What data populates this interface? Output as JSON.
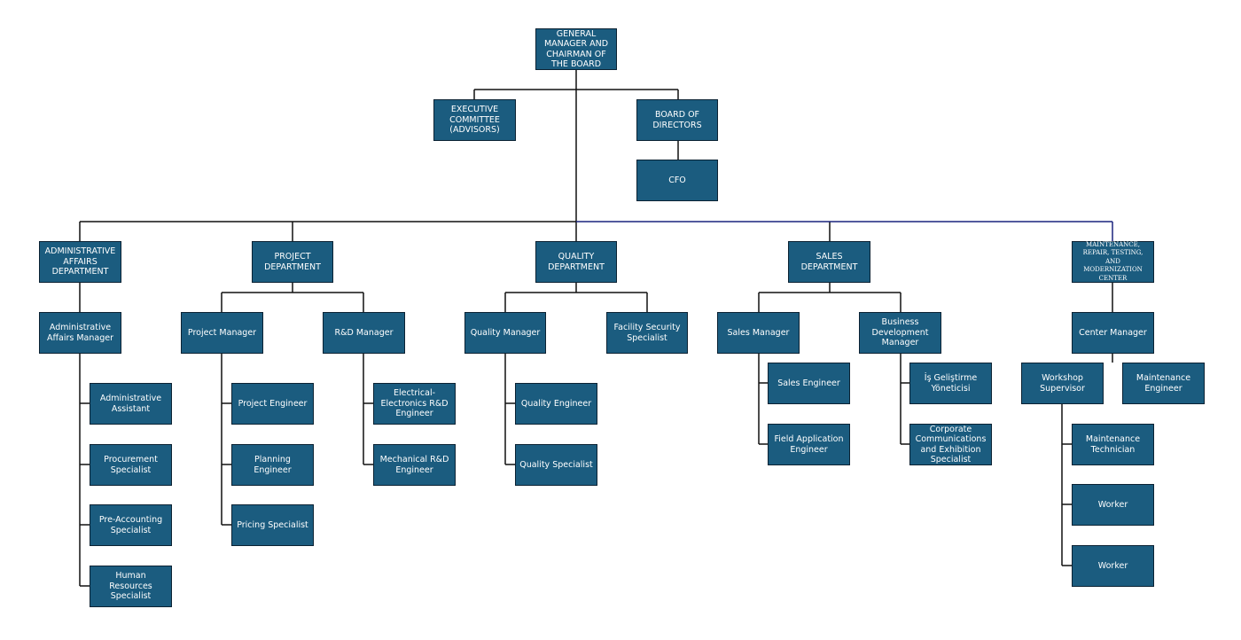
{
  "colors": {
    "box_fill": "#1b5c7f",
    "box_border": "#0b2233",
    "line": "#111111",
    "line_blue": "#1a237e"
  },
  "nodes": {
    "gm": "GENERAL MANAGER AND CHAIRMAN OF THE BOARD",
    "exec": "EXECUTIVE COMMITTEE (ADVISORS)",
    "board": "BOARD OF DIRECTORS",
    "cfo": "CFO",
    "admin_dept": "ADMINISTRATIVE AFFAIRS DEPARTMENT",
    "project_dept": "PROJECT DEPARTMENT",
    "quality_dept": "QUALITY DEPARTMENT",
    "sales_dept": "SALES DEPARTMENT",
    "mro_center": "MAINTENANCE, REPAIR, TESTING, AND MODERNIZATION CENTER",
    "admin_mgr": "Administrative Affairs Manager",
    "admin_asst": "Administrative Assistant",
    "procurement": "Procurement Specialist",
    "pre_accounting": "Pre-Accounting Specialist",
    "hr": "Human Resources Specialist",
    "project_mgr": "Project Manager",
    "project_eng": "Project Engineer",
    "planning_eng": "Planning Engineer",
    "pricing": "Pricing Specialist",
    "rd_mgr": "R&D Manager",
    "ee_rd": "Electrical-Electronics R&D Engineer",
    "mech_rd": "Mechanical R&D Engineer",
    "quality_mgr": "Quality Manager",
    "quality_eng": "Quality Engineer",
    "quality_spec": "Quality Specialist",
    "facility_sec": "Facility Security Specialist",
    "sales_mgr": "Sales Manager",
    "sales_eng": "Sales Engineer",
    "field_app": "Field Application Engineer",
    "bizdev_mgr": "Business Development Manager",
    "is_gelistirme": "İş Geliştirme Yöneticisi",
    "corp_comm": "Corporate Communications and Exhibition Specialist",
    "center_mgr": "Center Manager",
    "workshop_sup": "Workshop Supervisor",
    "maint_eng": "Maintenance Engineer",
    "maint_tech": "Maintenance Technician",
    "worker_1": "Worker",
    "worker_2": "Worker"
  }
}
